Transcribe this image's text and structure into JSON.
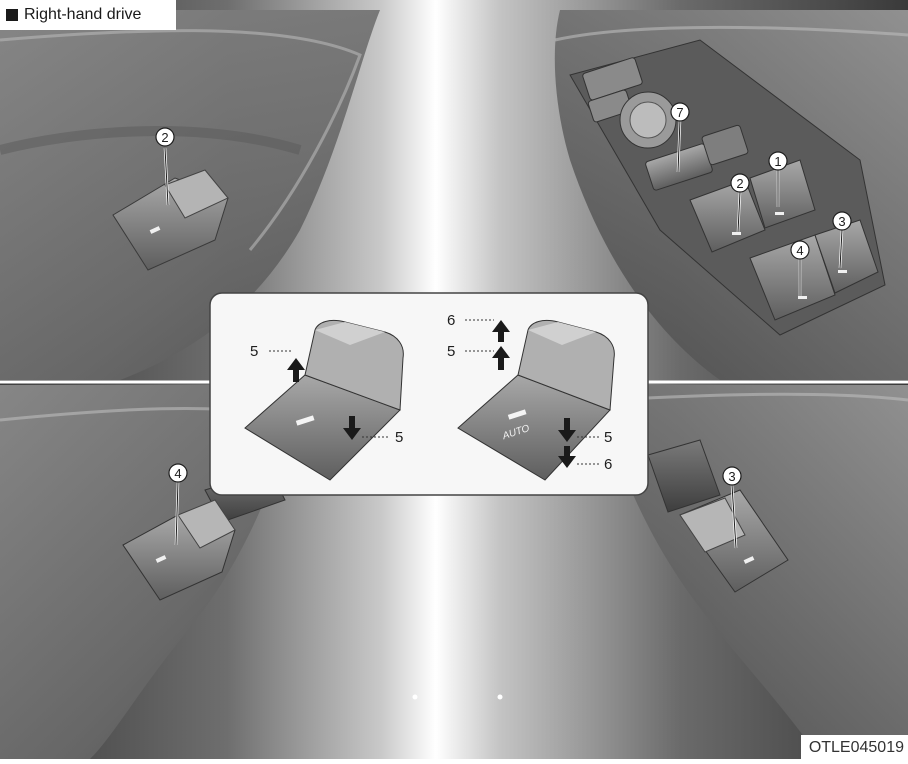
{
  "figure": {
    "caption": "Right-hand drive",
    "code": "OTLE045019"
  },
  "callouts": {
    "n1": "1",
    "n2": "2",
    "n3": "3",
    "n4": "4",
    "n5": "5",
    "n6": "6",
    "n7": "7"
  },
  "switch": {
    "auto_label": "AUTO"
  },
  "colors": {
    "panel_dark": "#4a4a4a",
    "panel_mid": "#8a8a8a",
    "panel_light": "#c8c8c8",
    "inset_background": "#f7f7f7",
    "switch_gray": "#7c7c7c",
    "arrow": "#1a1a1a"
  },
  "icons": [
    "arrow-up-icon",
    "arrow-down-icon",
    "circled-number-icon",
    "window-switch-icon"
  ]
}
